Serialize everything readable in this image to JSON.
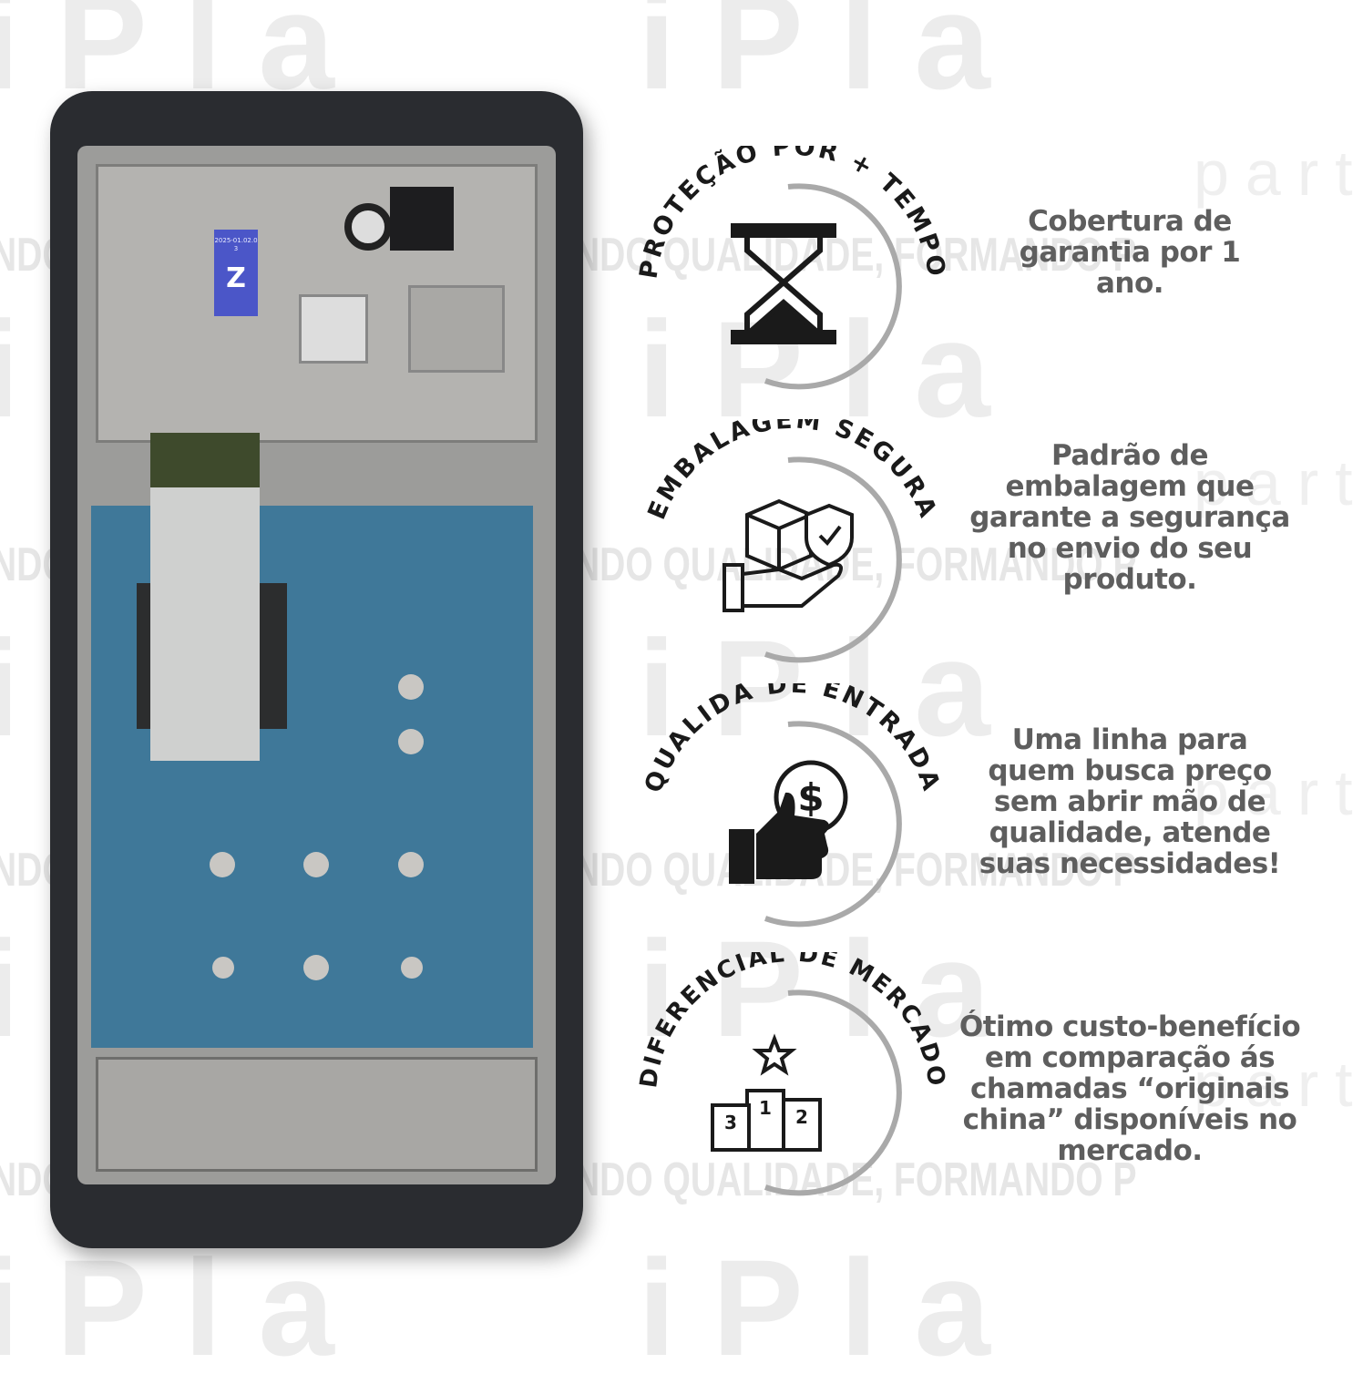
{
  "watermark": {
    "logo": "iPla",
    "sub": "parts",
    "slogan": "NDO QUALIDADE, FORMANDO P"
  },
  "product": {
    "label_text": "2025-01.02.03",
    "label_logo": "Z"
  },
  "features": [
    {
      "title": "PROTEÇÃO POR + TEMPO",
      "icon": "hourglass-icon",
      "lines": [
        "Cobertura de",
        "garantia por 1",
        "ano."
      ]
    },
    {
      "title": "EMBALAGEM SEGURA",
      "icon": "secure-package-icon",
      "lines": [
        "Padrão de",
        "embalagem que",
        "garante a segurança",
        "no envio do seu",
        "produto."
      ]
    },
    {
      "title": "QUALIDA DE ENTRADA",
      "icon": "thumbs-up-dollar-icon",
      "lines": [
        "Uma linha para",
        "quem busca preço",
        "sem abrir mão de",
        "qualidade, atende",
        "suas necessidades!"
      ]
    },
    {
      "title": "DIFERENCIAL DE MERCADO",
      "icon": "podium-star-icon",
      "podium": [
        "1",
        "2",
        "3"
      ],
      "lines": [
        "Ótimo custo-benefício",
        "em comparação ás",
        "chamadas “originais",
        "china” disponíveis no",
        "mercado."
      ]
    }
  ],
  "colors": {
    "text": "#5e5e5e",
    "arc": "#a9a9a9",
    "icon": "#1a1a1a",
    "panel": "#3f7899"
  }
}
